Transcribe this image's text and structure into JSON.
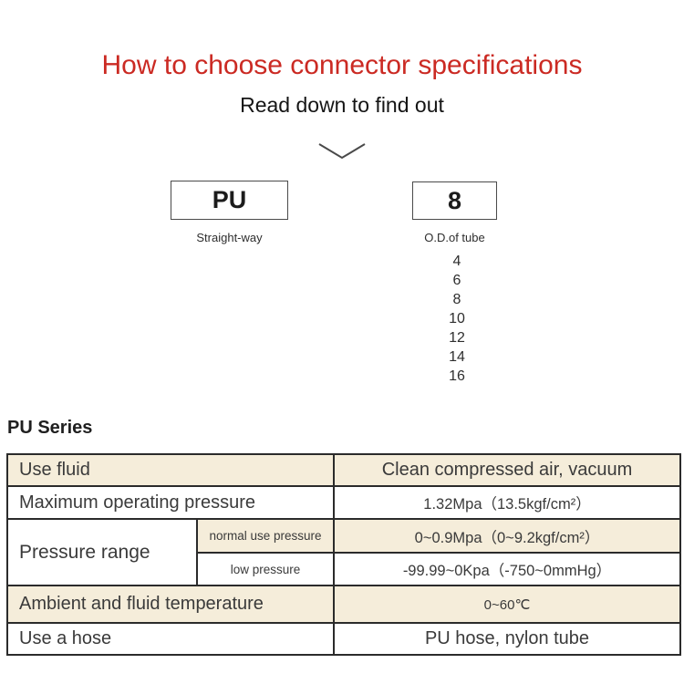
{
  "page": {
    "title": "How to choose connector specifications",
    "subtitle": "Read down to find out"
  },
  "selector": {
    "type_box": {
      "value": "PU",
      "label": "Straight-way"
    },
    "size_box": {
      "value": "8",
      "label": "O.D.of tube"
    },
    "size_options": [
      "4",
      "6",
      "8",
      "10",
      "12",
      "14",
      "16"
    ]
  },
  "spec_table": {
    "heading": "PU Series",
    "rows": {
      "use_fluid": {
        "label": "Use fluid",
        "value": "Clean compressed air, vacuum"
      },
      "max_pressure": {
        "label": "Maximum operating pressure",
        "value": "1.32Mpa（13.5kgf/cm²）"
      },
      "pressure_range": {
        "label": "Pressure range",
        "normal": {
          "label": "normal use pressure",
          "value": "0~0.9Mpa（0~9.2kgf/cm²）"
        },
        "low": {
          "label": "low pressure",
          "value": "-99.99~0Kpa（-750~0mmHg）"
        }
      },
      "temperature": {
        "label": "Ambient and fluid temperature",
        "value": "0~60℃"
      },
      "hose": {
        "label": "Use a hose",
        "value": "PU hose, nylon tube"
      }
    }
  },
  "colors": {
    "accent_red": "#cb2a23",
    "row_beige": "#f5edda",
    "table_border": "#2b2b2b"
  }
}
